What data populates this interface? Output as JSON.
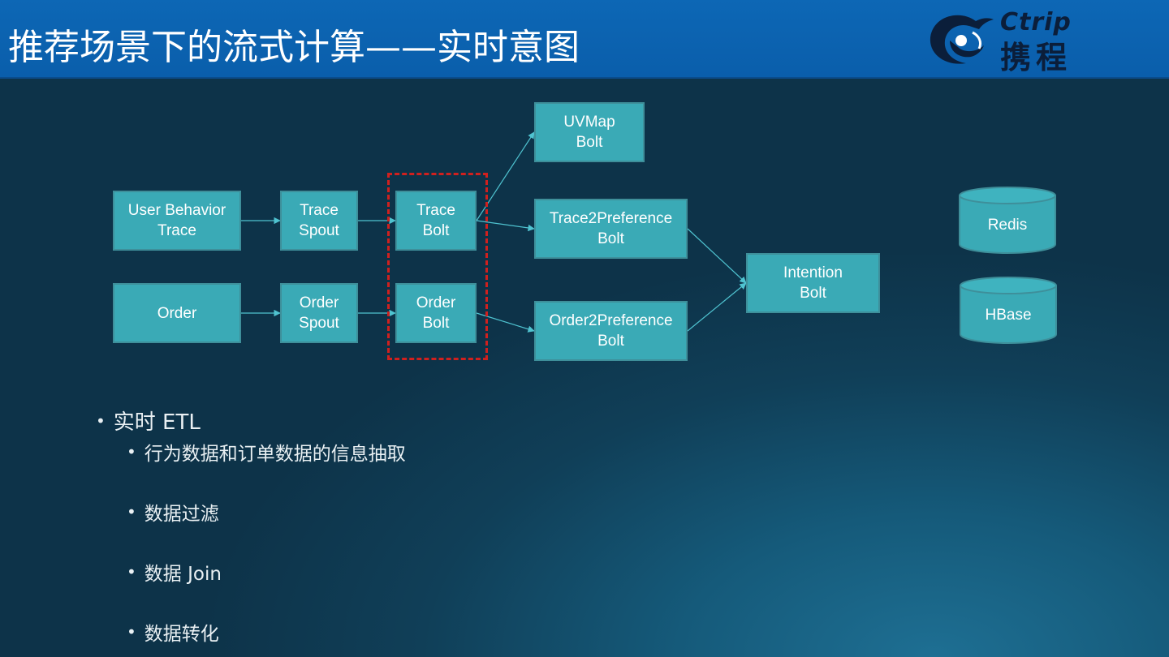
{
  "header": {
    "title": "推荐场景下的流式计算——实时意图",
    "logo_en": "Ctrip",
    "logo_cn": "携程",
    "background": "#0a5eab"
  },
  "diagram": {
    "nodes": {
      "user_trace": "User Behavior\nTrace",
      "order": "Order",
      "trace_spout": "Trace\nSpout",
      "order_spout": "Order\nSpout",
      "trace_bolt": "Trace\nBolt",
      "order_bolt": "Order\nBolt",
      "uvmap_bolt": "UVMap\nBolt",
      "trace2pref_bolt": "Trace2Preference\nBolt",
      "order2pref_bolt": "Order2Preference\nBolt",
      "intention_bolt": "Intention\nBolt",
      "redis": "Redis",
      "hbase": "HBase"
    },
    "edges": [
      [
        "user_trace",
        "trace_spout"
      ],
      [
        "trace_spout",
        "trace_bolt"
      ],
      [
        "order",
        "order_spout"
      ],
      [
        "order_spout",
        "order_bolt"
      ],
      [
        "trace_bolt",
        "uvmap_bolt"
      ],
      [
        "trace_bolt",
        "trace2pref_bolt"
      ],
      [
        "order_bolt",
        "order2pref_bolt"
      ],
      [
        "trace2pref_bolt",
        "intention_bolt"
      ],
      [
        "order2pref_bolt",
        "intention_bolt"
      ]
    ],
    "box_color": "#3aaab6",
    "highlight_color": "#d0201e"
  },
  "bullets": {
    "main": "实时 ETL",
    "subs": [
      "行为数据和订单数据的信息抽取",
      "数据过滤",
      "数据 Join",
      "数据转化"
    ]
  }
}
